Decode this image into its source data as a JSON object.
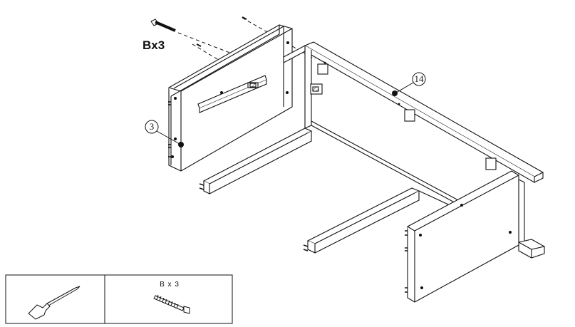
{
  "instruction": {
    "hardware_label": "Bx3"
  },
  "callouts": {
    "panel_part": "3",
    "rear_rail_part": "14"
  },
  "tools_box": {
    "screw_qty": "B x 3"
  }
}
